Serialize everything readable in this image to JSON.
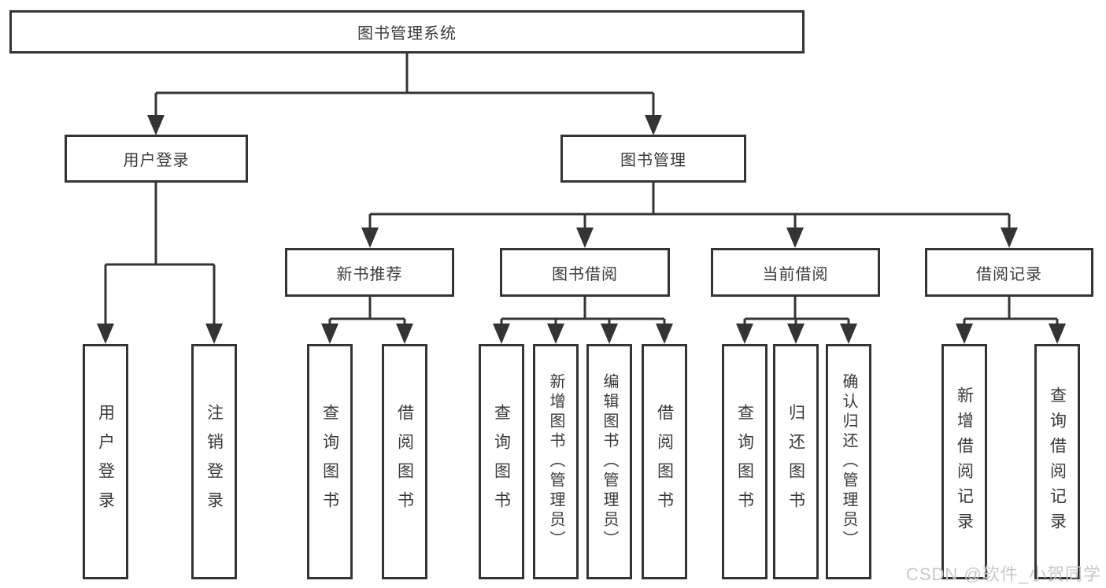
{
  "diagram": {
    "title": "图书管理系统",
    "watermark": "CSDN @软件_小贺同学",
    "colors": {
      "line": "#343434",
      "box_border": "#343434",
      "box_background": "#ffffff",
      "text": "#3a3a3a",
      "watermark_text": "#c9c9c9"
    },
    "nodes": {
      "root": {
        "label": "图书管理系统"
      },
      "user_login": {
        "label": "用户登录"
      },
      "book_mgmt": {
        "label": "图书管理"
      },
      "new_books": {
        "label": "新书推荐"
      },
      "book_borrow": {
        "label": "图书借阅"
      },
      "current_borrow": {
        "label": "当前借阅"
      },
      "borrow_records": {
        "label": "借阅记录"
      },
      "leaf_user_login": {
        "label": "用户登录"
      },
      "leaf_logout": {
        "label": "注销登录"
      },
      "leaf_nb_query": {
        "label": "查询图书"
      },
      "leaf_nb_borrow": {
        "label": "借阅图书"
      },
      "leaf_bb_query": {
        "label": "查询图书"
      },
      "leaf_bb_add": {
        "label": "新增图书（管理员）"
      },
      "leaf_bb_edit": {
        "label": "编辑图书（管理员）"
      },
      "leaf_bb_borrow": {
        "label": "借阅图书"
      },
      "leaf_cb_query": {
        "label": "查询图书"
      },
      "leaf_cb_return": {
        "label": "归还图书"
      },
      "leaf_cb_confirm": {
        "label": "确认归还（管理员）"
      },
      "leaf_br_add": {
        "label": "新增借阅记录"
      },
      "leaf_br_query": {
        "label": "查询借阅记录"
      }
    },
    "hierarchy": {
      "图书管理系统": {
        "用户登录": [
          "用户登录",
          "注销登录"
        ],
        "图书管理": {
          "新书推荐": [
            "查询图书",
            "借阅图书"
          ],
          "图书借阅": [
            "查询图书",
            "新增图书（管理员）",
            "编辑图书（管理员）",
            "借阅图书"
          ],
          "当前借阅": [
            "查询图书",
            "归还图书",
            "确认归还（管理员）"
          ],
          "借阅记录": [
            "新增借阅记录",
            "查询借阅记录"
          ]
        }
      }
    }
  }
}
